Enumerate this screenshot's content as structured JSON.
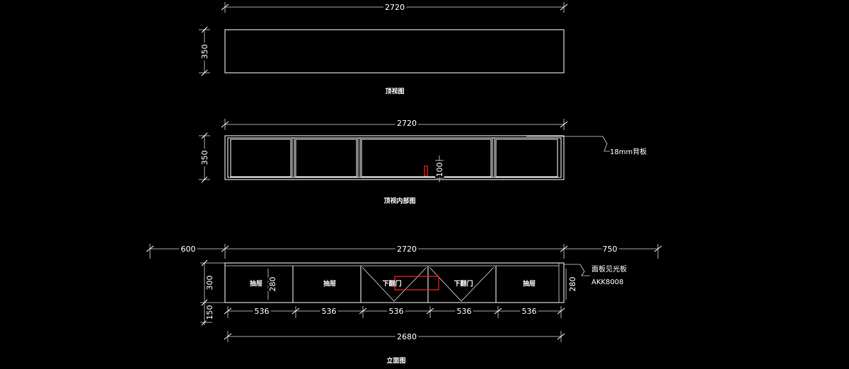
{
  "views": {
    "top": {
      "title": "顶视图",
      "width_dim": "2720",
      "depth_dim": "350"
    },
    "top_internal": {
      "title": "顶视内部图",
      "width_dim": "2720",
      "depth_dim": "350",
      "inner_dim": "100",
      "back_panel_note": "18mm背板"
    },
    "elevation": {
      "title": "立面图",
      "left_overhang": "600",
      "width_dim": "2720",
      "right_overhang": "750",
      "drawer_height": "300",
      "base_height": "150",
      "inner_height_left": "280",
      "inner_height_right": "280",
      "module_widths": [
        "536",
        "536",
        "536",
        "536",
        "536"
      ],
      "total_bottom": "2680",
      "modules": [
        "抽屉",
        "抽屉",
        "下翻门",
        "下翻门",
        "抽屉"
      ],
      "panel_note": "面板见光板",
      "panel_code": "AKK8008"
    }
  },
  "colors": {
    "background": "#000000",
    "line": "#ffffff",
    "highlight": "#ff2020"
  }
}
